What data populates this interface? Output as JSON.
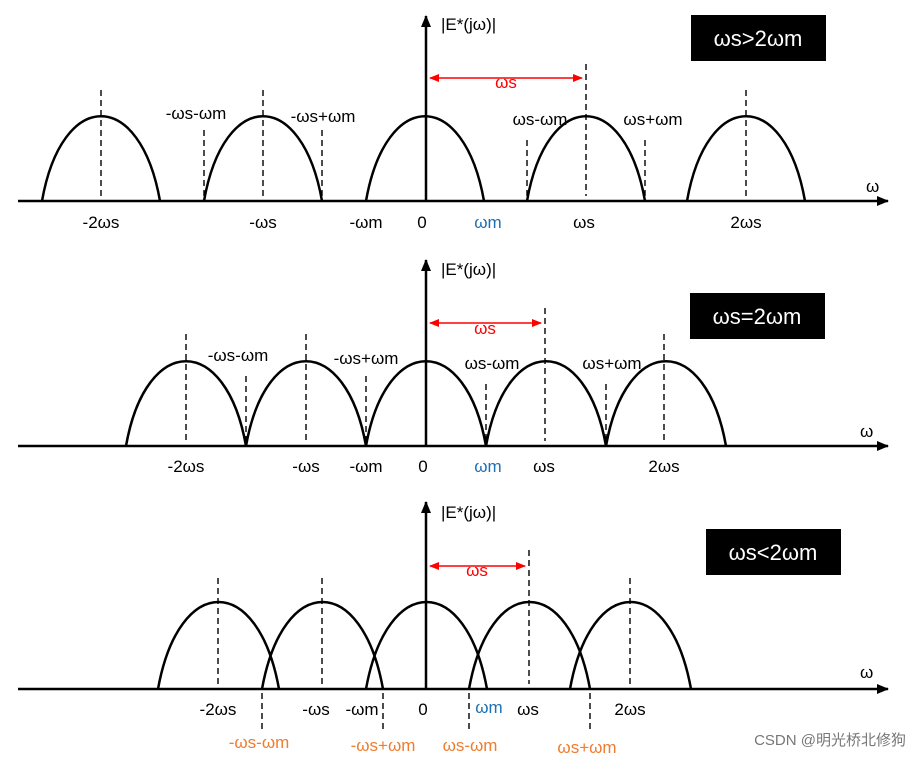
{
  "panels": [
    {
      "ylabel": "|E*(jω)|",
      "xlabel": "ω",
      "condition": "ωs>2ωm",
      "arrow_label": "ωs",
      "ticks": [
        {
          "text": "-2ωs",
          "color": "black"
        },
        {
          "text": "-ωs",
          "color": "black"
        },
        {
          "text": "-ωm",
          "color": "black"
        },
        {
          "text": "0",
          "color": "black"
        },
        {
          "text": "ωm",
          "color": "blue"
        },
        {
          "text": "ωs",
          "color": "black"
        },
        {
          "text": "2ωs",
          "color": "black"
        }
      ],
      "upper_labels": [
        {
          "text": "-ωs-ωm",
          "color": "black"
        },
        {
          "text": "-ωs+ωm",
          "color": "black"
        },
        {
          "text": "ωs-ωm",
          "color": "black"
        },
        {
          "text": "ωs+ωm",
          "color": "black"
        }
      ]
    },
    {
      "ylabel": "|E*(jω)|",
      "xlabel": "ω",
      "condition": "ωs=2ωm",
      "arrow_label": "ωs",
      "ticks": [
        {
          "text": "-2ωs",
          "color": "black"
        },
        {
          "text": "-ωs",
          "color": "black"
        },
        {
          "text": "-ωm",
          "color": "black"
        },
        {
          "text": "0",
          "color": "black"
        },
        {
          "text": "ωm",
          "color": "blue"
        },
        {
          "text": "ωs",
          "color": "black"
        },
        {
          "text": "2ωs",
          "color": "black"
        }
      ],
      "upper_labels": [
        {
          "text": "-ωs-ωm",
          "color": "black"
        },
        {
          "text": "-ωs+ωm",
          "color": "black"
        },
        {
          "text": "ωs-ωm",
          "color": "black"
        },
        {
          "text": "ωs+ωm",
          "color": "black"
        }
      ]
    },
    {
      "ylabel": "|E*(jω)|",
      "xlabel": "ω",
      "condition": "ωs<2ωm",
      "arrow_label": "ωs",
      "ticks": [
        {
          "text": "-2ωs",
          "color": "black"
        },
        {
          "text": "-ωs",
          "color": "black"
        },
        {
          "text": "-ωm",
          "color": "black"
        },
        {
          "text": "0",
          "color": "black"
        },
        {
          "text": "ωm",
          "color": "blue"
        },
        {
          "text": "ωs",
          "color": "black"
        },
        {
          "text": "2ωs",
          "color": "black"
        }
      ],
      "lower_labels": [
        {
          "text": "-ωs-ωm",
          "color": "orange"
        },
        {
          "text": "-ωs+ωm",
          "color": "orange"
        },
        {
          "text": "ωs-ωm",
          "color": "orange"
        },
        {
          "text": "ωs+ωm",
          "color": "orange"
        }
      ]
    }
  ],
  "watermark": "CSDN @明光桥北修狗",
  "colors": {
    "blue": "#1f6fb3",
    "orange": "#ed7d31",
    "red": "#ff0000",
    "box": "#000000"
  }
}
